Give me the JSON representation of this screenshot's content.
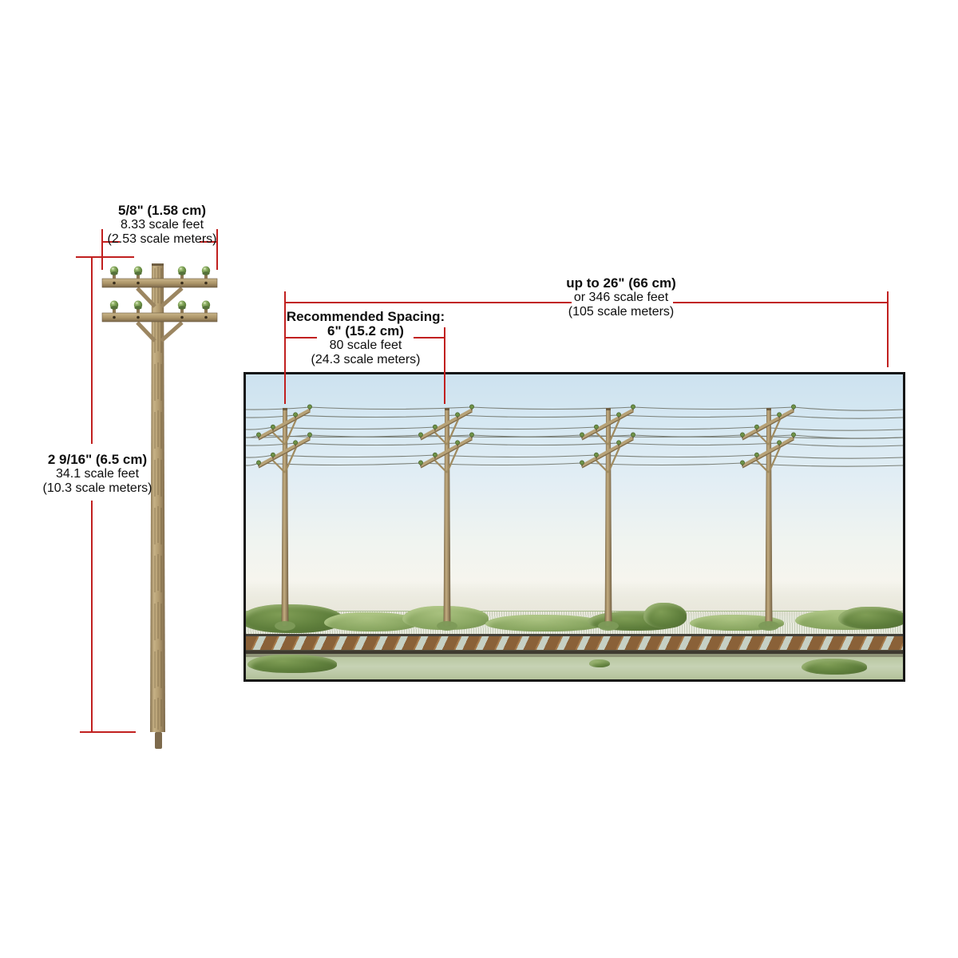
{
  "dimensions": {
    "crossarm_width": {
      "size": "5/8\" (1.58 cm)",
      "scale_feet": "8.33 scale feet",
      "scale_meters": "(2.53 scale meters)"
    },
    "pole_height": {
      "size": "2 9/16\" (6.5 cm)",
      "scale_feet": "34.1 scale feet",
      "scale_meters": "(10.3 scale meters)"
    },
    "max_spacing": {
      "size": "up to 26\" (66 cm)",
      "scale_feet": "or 346 scale feet",
      "scale_meters": "(105 scale meters)"
    },
    "recommended_spacing": {
      "title": "Recommended Spacing:",
      "size": "6\" (15.2 cm)",
      "scale_feet": "80 scale feet",
      "scale_meters": "(24.3 scale meters)"
    }
  },
  "scene": {
    "pole_count": 4,
    "depicts": "telephone poles with wires beside a railroad track"
  },
  "colors": {
    "dimension_red": "#c1201f",
    "sky_top": "#cde2ef",
    "pole_wood_light": "#c7b286",
    "pole_wood_dark": "#84704e",
    "insulator_green": "#6e9247",
    "grass_green": "#8aa268",
    "tie_brown": "#8a6138",
    "wire_gray": "#70746a"
  }
}
